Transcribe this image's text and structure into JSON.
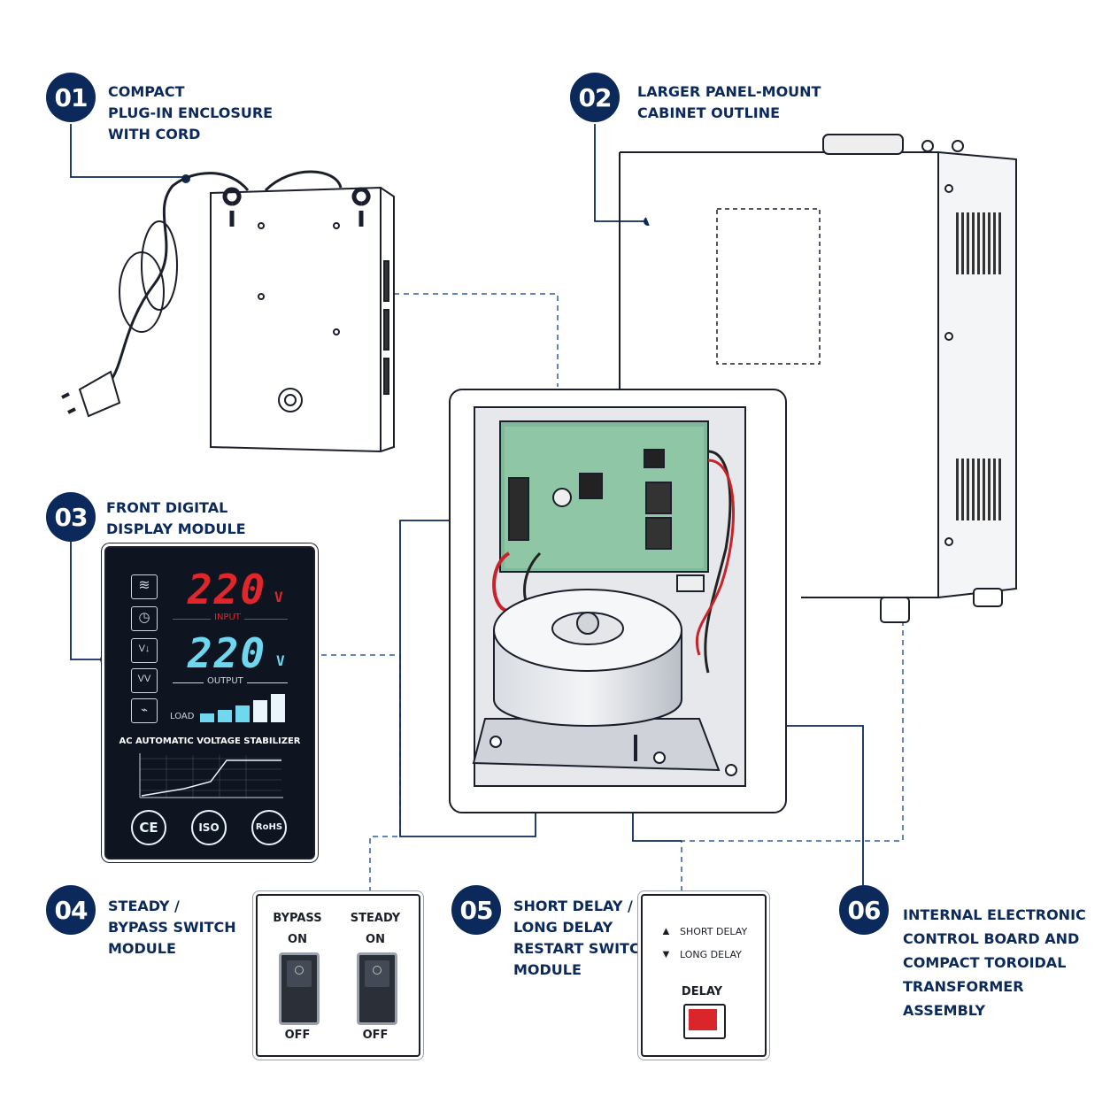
{
  "callouts": [
    {
      "num": "01",
      "lines": [
        "COMPACT",
        "PLUG-IN ENCLOSURE",
        "WITH CORD"
      ]
    },
    {
      "num": "02",
      "lines": [
        "LARGER PANEL-MOUNT",
        "CABINET OUTLINE"
      ]
    },
    {
      "num": "03",
      "lines": [
        "FRONT DIGITAL",
        "DISPLAY MODULE"
      ]
    },
    {
      "num": "04",
      "lines": [
        "STEADY /",
        "BYPASS SWITCH",
        "MODULE"
      ]
    },
    {
      "num": "05",
      "lines": [
        "SHORT DELAY /",
        "LONG DELAY",
        "RESTART SWITCH",
        "MODULE"
      ]
    },
    {
      "num": "06",
      "lines": [
        "INTERNAL ELECTRONIC",
        "CONTROL BOARD AND",
        "COMPACT TOROIDAL",
        "TRANSFORMER",
        "ASSEMBLY"
      ]
    }
  ],
  "display": {
    "input_value": "220",
    "input_unit": "V",
    "input_label": "INPUT",
    "output_value": "220",
    "output_unit": "V",
    "output_label": "OUTPUT",
    "load_label": "LOAD",
    "title": "AC AUTOMATIC VOLTAGE STABILIZER",
    "cert_ce": "CE",
    "cert_iso": "ISO",
    "cert_rohs": "RoHS",
    "colors": {
      "input": "#e0262b",
      "output": "#6fd8f0",
      "bg": "#0e1420"
    }
  },
  "switch_module": {
    "left": {
      "title": "BYPASS",
      "on": "ON",
      "off": "OFF"
    },
    "right": {
      "title": "STEADY",
      "on": "ON",
      "off": "OFF"
    }
  },
  "delay_module": {
    "short_label": "SHORT DELAY",
    "long_label": "LONG DELAY",
    "button_label": "DELAY",
    "button_color": "#d8262b"
  },
  "icons": [
    "wave-icon",
    "clock-icon",
    "input-voltage-icon",
    "output-voltage-icon",
    "load-icon"
  ]
}
